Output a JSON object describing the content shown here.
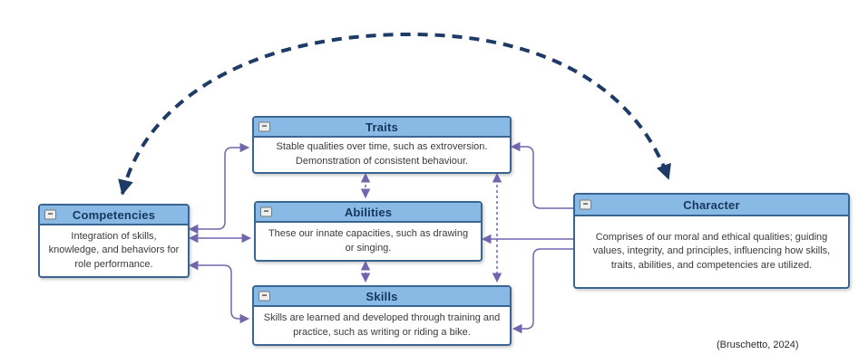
{
  "diagram": {
    "nodes": {
      "traits": {
        "title": "Traits",
        "body": "Stable qualities over time, such as extroversion. Demonstration of consistent behaviour."
      },
      "abilities": {
        "title": "Abilities",
        "body": "These our innate capacities, such as drawing or singing."
      },
      "skills": {
        "title": "Skills",
        "body": "Skills are learned and developed through training and practice, such as writing or riding a bike."
      },
      "competencies": {
        "title": "Competencies",
        "body": "Integration of skills, knowledge, and behaviors for role performance."
      },
      "character": {
        "title": "Character",
        "body": "Comprises of our moral and ethical qualities; guiding values, integrity, and principles, influencing how skills, traits, abilities, and competencies are utilized."
      }
    },
    "icons": {
      "collapse_glyph": "−"
    },
    "colors": {
      "node_header_fill": "#89bae6",
      "node_border": "#3a6492",
      "node_title_text": "#17365d",
      "connector_purple": "#7165ae",
      "arc_navy": "#1e3a66"
    },
    "citation": "(Bruschetto, 2024)"
  }
}
